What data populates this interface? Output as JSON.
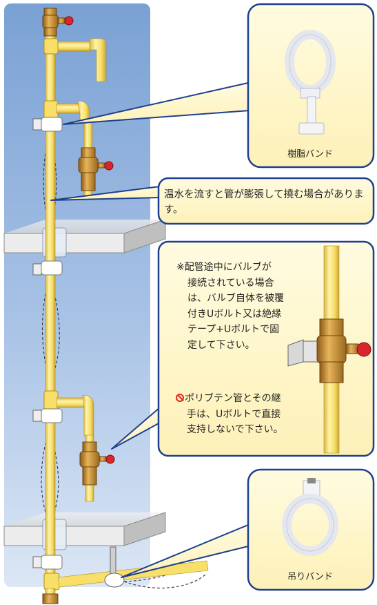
{
  "callouts": {
    "resin_band": "樹脂バンド",
    "hanging_band": "吊りバンド",
    "hot_water_note": "温水を流すと管が膨張して撓む場合があります。",
    "valve_note": {
      "mark": "※",
      "lines": [
        "配管途中にバルブが",
        "接続されている場合",
        "は、バルブ自体を被覆",
        "付きUボルト又は絶縁",
        "テープ+Uボルトで固",
        "定して下さい。"
      ]
    },
    "prohibit_note": {
      "lines": [
        "ポリブテン管とその継",
        "手は、Uボルトで直接",
        "支持しないで下さい。"
      ]
    }
  },
  "colors": {
    "pipe_yellow": "#fbe97a",
    "panel_blue": "#7ea6d6",
    "callout_border": "#1d3f8f",
    "callout_fill": "#fdf4c4",
    "valve_brass": "#c48a2e",
    "valve_handle": "#d9262c",
    "prohibit_red": "#e52420"
  },
  "icons": {
    "prohibit": "prohibition-icon",
    "valve": "gate-valve-icon",
    "band": "pipe-band-icon"
  }
}
